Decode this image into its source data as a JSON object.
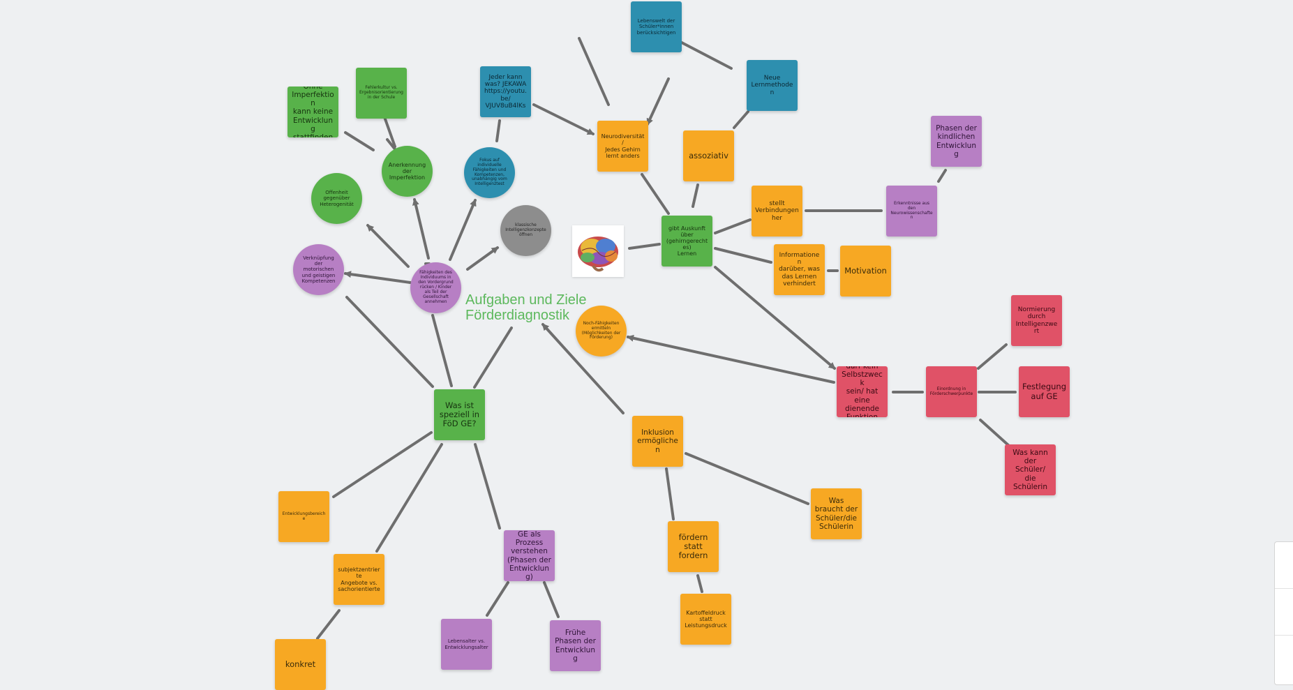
{
  "title": {
    "line1": "Aufgaben und Ziele",
    "line2": "Förderdiagnostik"
  },
  "colors": {
    "orange": "#f7a823",
    "green": "#58b24a",
    "blue": "#2d8faf",
    "purple": "#b77fc4",
    "red": "#e05267",
    "gray": "#8d8d8d",
    "title": "#5cb85c",
    "connector": "#6e6e6e"
  },
  "nodes": {
    "lebenswelt": [
      "Lebenswelt der",
      "Schüler*innen",
      "berücksichtigen"
    ],
    "neue_lernmethoden": [
      "Neue",
      "Lernmethoden"
    ],
    "assoziativ": [
      "assoziativ"
    ],
    "phasen_kindlich": [
      "Phasen der",
      "kindlichen",
      "Entwicklung"
    ],
    "erkenntnisse": [
      "Erkenntnisse aus den",
      "Neurowissenschaften"
    ],
    "stellt_verbindungen": [
      "stellt",
      "Verbindungen",
      "her"
    ],
    "neurodiversitaet": [
      "Neurodiversität/",
      "Jedes Gehirn",
      "lernt anders"
    ],
    "gibt_auskunft": [
      "gibt Auskunft",
      "über",
      "(gehirngerechtes)",
      "Lernen"
    ],
    "informationen": [
      "Informationen",
      "darüber, was",
      "das Lernen",
      "verhindert"
    ],
    "motivation": [
      "Motivation"
    ],
    "jekawa": [
      "Jeder kann",
      "was? JEKAWA",
      "https://youtu.",
      "be/",
      "VJUV8uB4lKs"
    ],
    "fokus": [
      "Fokus auf",
      "individuelle",
      "Fähigkeiten und",
      "Kompetenzen,",
      "unabhängig vom",
      "Intelligenztest"
    ],
    "fehlerkultur": [
      "Fehlerkultur vs.",
      "Ergebnisorientierung",
      "in der Schule"
    ],
    "ohne_imperfektion": [
      "Ohne",
      "Imperfektion",
      "kann keine",
      "Entwicklung",
      "stattfinden"
    ],
    "anerkennung": [
      "Anerkennung",
      "der",
      "Imperfektion"
    ],
    "offenheit": [
      "Offenheit",
      "gegenüber",
      "Heterogenität"
    ],
    "klassische": [
      "klassische",
      "Intelligenzkonzepte",
      "öffnen"
    ],
    "verknuepfung": [
      "Verknüpfung",
      "der",
      "motorischen",
      "und geistigen",
      "Kompetenzen"
    ],
    "faehigkeiten": [
      "Fähigkeiten des",
      "Individuums in",
      "den Vordergrund",
      "rücken / Kinder",
      "als Teil der",
      "Gesellschaft",
      "annehmen"
    ],
    "noch_ermitteln": [
      "Noch-Fähigkeiten",
      "ermitteln",
      "(Möglichkeiten der",
      "Förderung)"
    ],
    "normierung": [
      "Normierung",
      "durch",
      "Intelligenzwert"
    ],
    "darf_kein": [
      "darf kein",
      "Selbstzweck",
      "sein/ hat eine",
      "dienende",
      "Funktion"
    ],
    "einordnung": [
      "Einordnung in",
      "Förderschwerpunkte"
    ],
    "festlegung": [
      "Festlegung",
      "auf GE"
    ],
    "was_kann": [
      "Was kann",
      "der Schüler/",
      "die",
      "Schülerin"
    ],
    "was_ist_speziell": [
      "Was ist",
      "speziell in",
      "FöD GE?"
    ],
    "inklusion": [
      "Inklusion",
      "ermöglichen"
    ],
    "was_braucht": [
      "Was",
      "braucht der",
      "Schüler/die",
      "Schülerin"
    ],
    "entwicklungsbereiche": [
      "Entwicklungsbereiche"
    ],
    "foerdern": [
      "fördern",
      "statt",
      "fordern"
    ],
    "kartoffeldruck": [
      "Kartoffeldruck",
      "statt",
      "Leistungsdruck"
    ],
    "subjektzentrierte": [
      "subjektzentrierte",
      "Angebote vs.",
      "sachorientierte"
    ],
    "ge_als_prozess": [
      "GE als",
      "Prozess",
      "verstehen",
      "(Phasen der",
      "Entwicklung)"
    ],
    "konkret": [
      "konkret"
    ],
    "lebensalter": [
      "Lebensalter vs.",
      "Entwicklungsalter"
    ],
    "fruehe_phasen": [
      "Frühe",
      "Phasen der",
      "Entwicklung"
    ]
  }
}
